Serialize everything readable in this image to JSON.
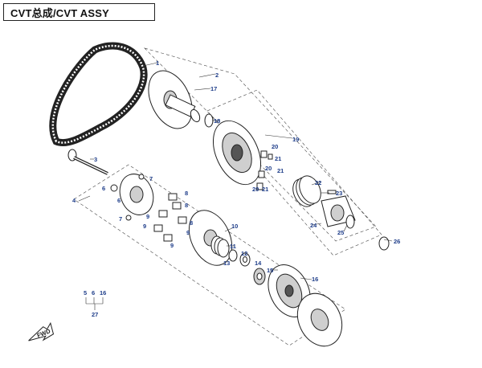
{
  "title": "CVT总成/CVT ASSY",
  "labels": {
    "l1": "1",
    "l2": "2",
    "l3": "3",
    "l4": "4",
    "l6a": "6",
    "l7a": "7",
    "l6b": "6",
    "l7b": "7",
    "l8a": "8",
    "l8b": "8",
    "l8c": "8",
    "l9a": "9",
    "l9b": "9",
    "l9c": "9",
    "l9d": "9",
    "l10": "10",
    "l11": "11",
    "l12": "12",
    "l13": "13",
    "l14": "14",
    "l15": "15",
    "l16": "16",
    "l17": "17",
    "l18": "18",
    "l19": "19",
    "l20a": "20",
    "l20b": "20",
    "l20c": "20",
    "l21a": "21",
    "l21b": "21",
    "l21c": "21",
    "l22": "22",
    "l23": "23",
    "l24": "24",
    "l25": "25",
    "l26": "26"
  },
  "kit": {
    "k5": "5",
    "k6": "6",
    "k16": "16",
    "k27": "27"
  },
  "arrow_label": "FWD"
}
